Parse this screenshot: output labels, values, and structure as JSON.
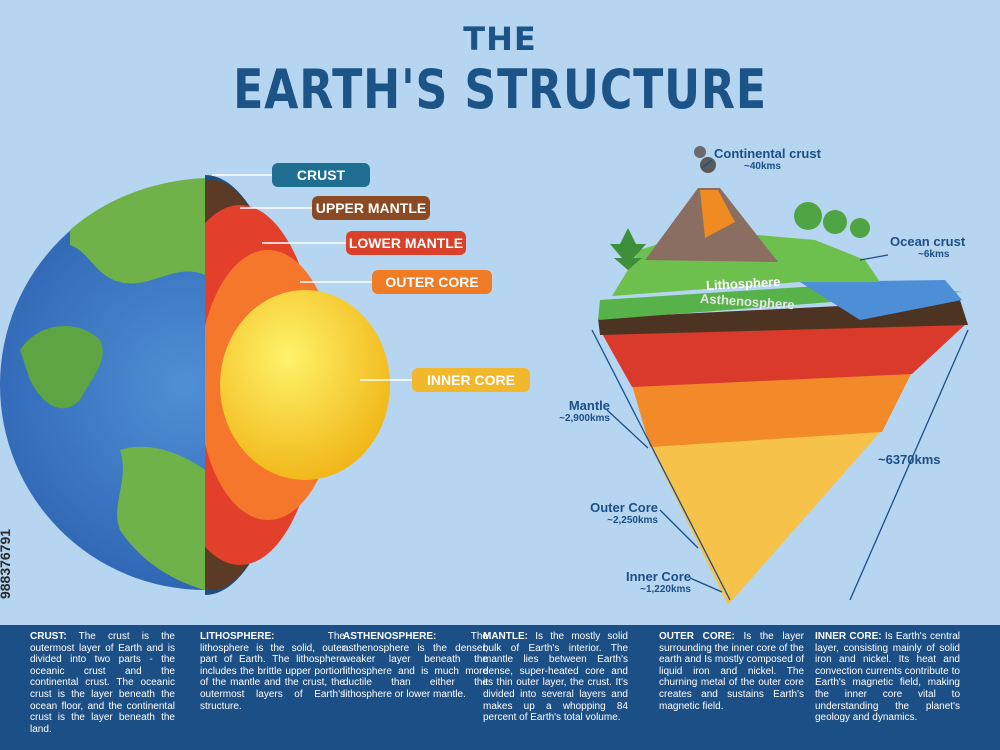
{
  "title": {
    "line1": "THE",
    "line2": "EARTH'S STRUCTURE"
  },
  "layer_labels": [
    {
      "text": "CRUST",
      "color": "#1f6f93"
    },
    {
      "text": "UPPER MANTLE",
      "color": "#8b4a23"
    },
    {
      "text": "LOWER MANTLE",
      "color": "#d9412a"
    },
    {
      "text": "OUTER CORE",
      "color": "#ef7b25"
    },
    {
      "text": "INNER CORE",
      "color": "#f1b82c"
    }
  ],
  "cross_section": {
    "continental_crust": {
      "name": "Continental crust",
      "depth": "~40kms"
    },
    "ocean_crust": {
      "name": "Ocean crust",
      "depth": "~6kms"
    },
    "lithosphere": "Lithosphere",
    "asthenosphere": "Asthenosphere",
    "mantle": {
      "name": "Mantle",
      "depth": "~2,900kms"
    },
    "outer_core": {
      "name": "Outer Core",
      "depth": "~2,250kms"
    },
    "inner_core": {
      "name": "Inner Core",
      "depth": "~1,220kms"
    },
    "total_radius": "~6370kms"
  },
  "stock_id": "988376791",
  "descriptions": [
    {
      "term": "CRUST:",
      "text": "The crust is the outermost layer of Earth and is divided into two parts - the oceanic crust and the continental crust. The oceanic crust is the layer beneath the ocean floor, and the continental crust is the layer beneath the land."
    },
    {
      "term": "LITHOSPHERE:",
      "text": "The lithosphere is the solid, outer part of Earth. The lithosphere includes the brittle upper portion of the mantle and the crust, the outermost layers of Earth's structure."
    },
    {
      "term": "ASTHENOSPHERE:",
      "text": "The asthenosphere is the denser, weaker layer beneath the lithosphere and is much more ductile than either the lithosphere or lower mantle."
    },
    {
      "term": "MANTLE:",
      "text": "Is the mostly solid bulk of Earth's interior. The mantle lies between Earth's dense, super-heated core and its thin outer layer, the crust. It's divided into several layers and makes up a whopping 84 percent of Earth's total volume."
    },
    {
      "term": "OUTER CORE:",
      "text": "Is the layer surrounding the inner core of the earth and Is mostly composed of liquid iron and nickel. The churning metal of the outer core creates and sustains Earth's magnetic field."
    },
    {
      "term": "INNER CORE:",
      "text": "Is Earth's central layer, consisting mainly of solid iron and nickel. Its heat and convection currents contribute to Earth's magnetic field, making the inner core vital to understanding the planet's geology and dynamics."
    }
  ]
}
